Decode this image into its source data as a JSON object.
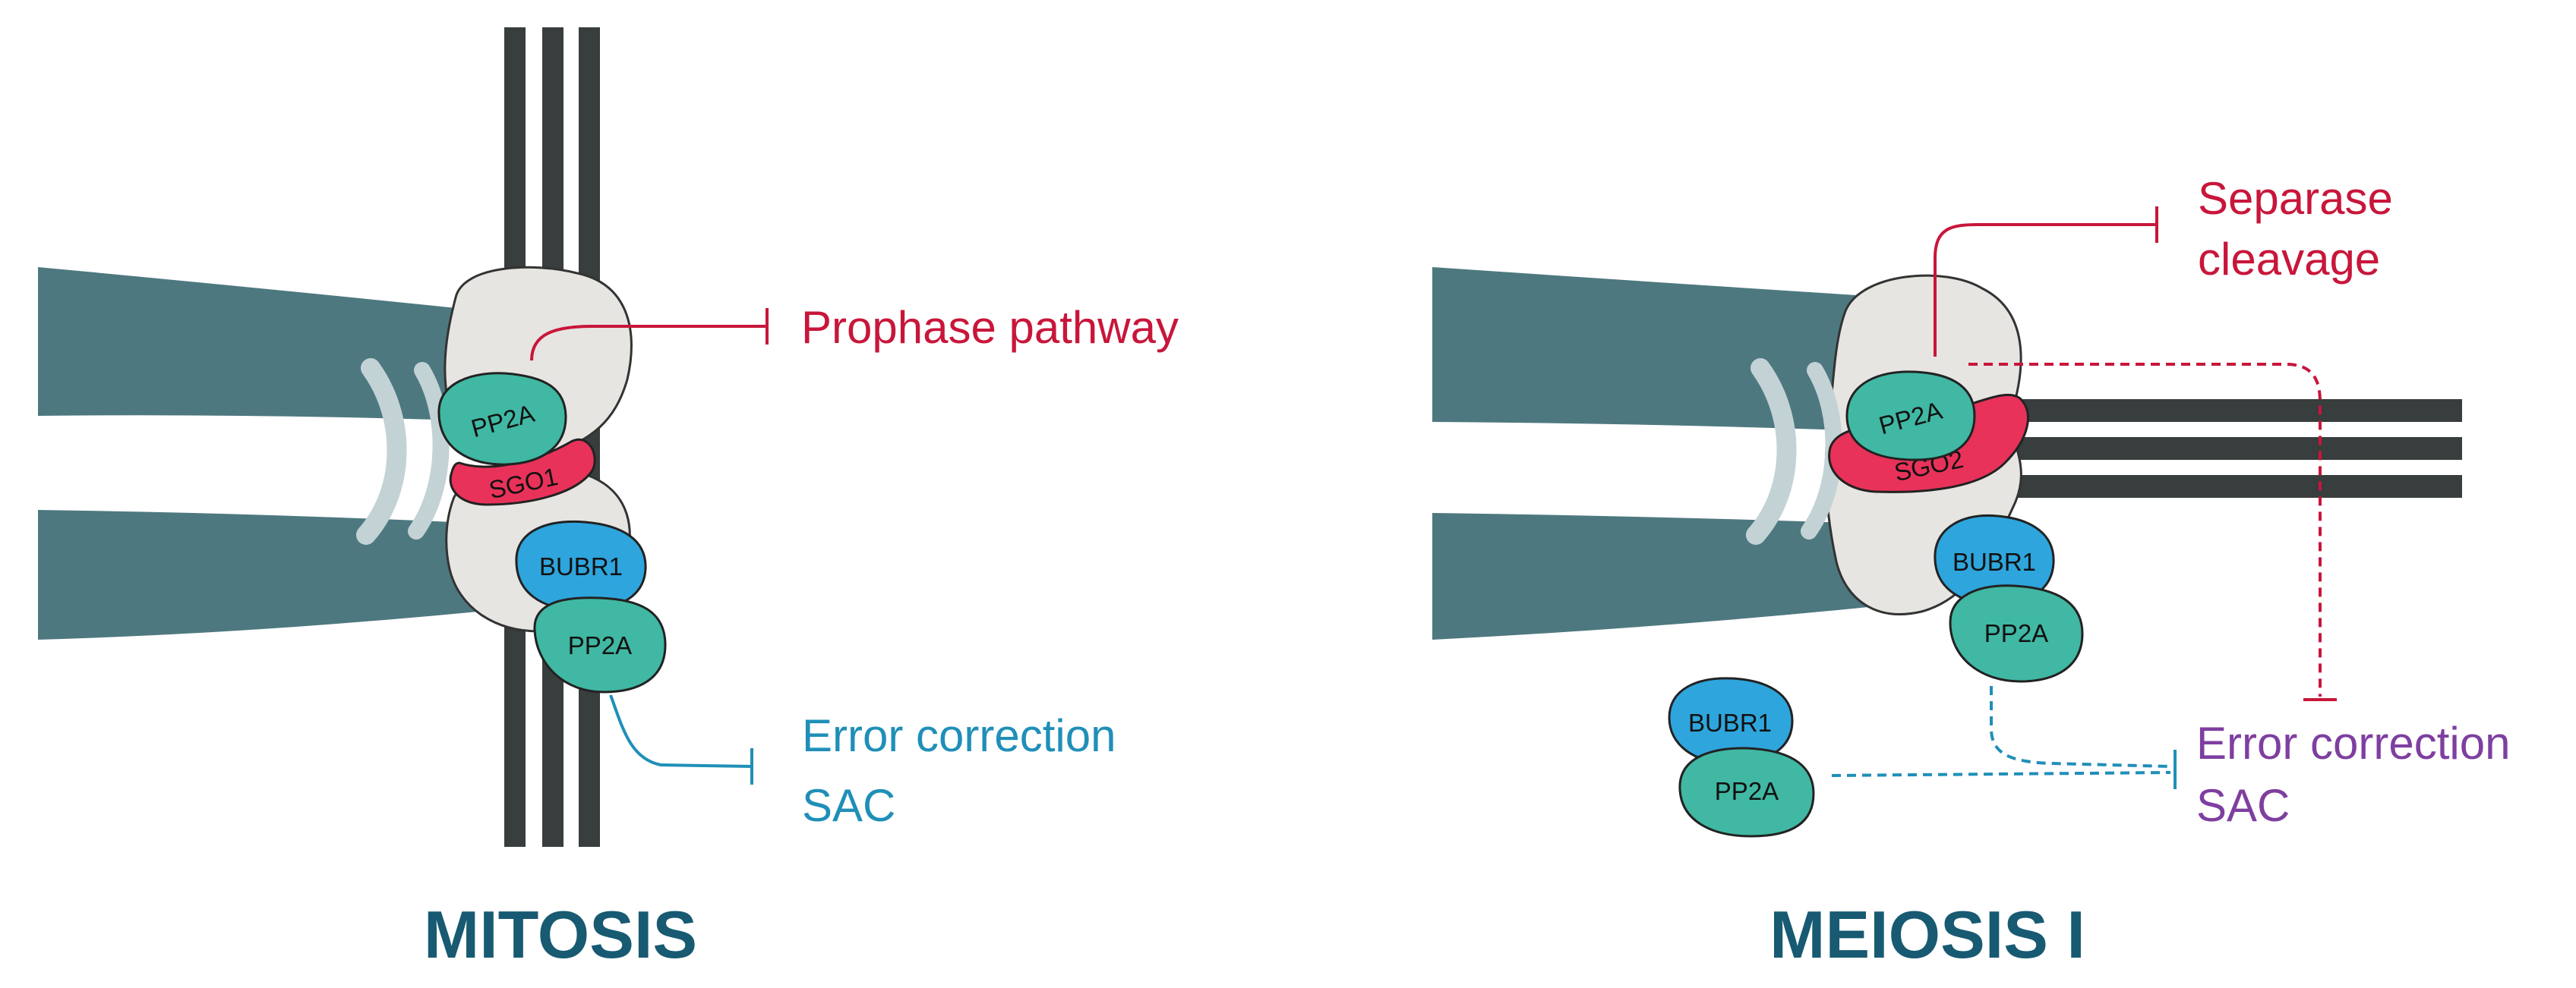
{
  "colors": {
    "chromosome": "#4e7880",
    "microtubule": "#383d3d",
    "kinetochore": "#e6e5e1",
    "cohesin_ring": "#c3d2d5",
    "pp2a": "#40b8a3",
    "bubr1": "#2ea5dc",
    "sgo": "#e8325a",
    "inhibition_red": "#c8163a",
    "inhibition_blue": "#1f8fb8",
    "meiosis_target_purple": "#7e3fa0",
    "title": "#175a72"
  },
  "mitosis": {
    "title": "MITOSIS",
    "proteins": {
      "pp2a_top": "PP2A",
      "sgo": "SGO1",
      "bubr1": "BUBR1",
      "pp2a_bottom": "PP2A"
    },
    "targets": {
      "prophase": "Prophase pathway",
      "error_correction": "Error correction",
      "sac": "SAC"
    }
  },
  "meiosis": {
    "title": "MEIOSIS I",
    "proteins": {
      "pp2a_top": "PP2A",
      "sgo": "SGO2",
      "bubr1": "BUBR1",
      "pp2a_bottom": "PP2A",
      "bubr1_free": "BUBR1",
      "pp2a_free": "PP2A"
    },
    "targets": {
      "separase_line1": "Separase",
      "separase_line2": "cleavage",
      "error_correction": "Error correction",
      "sac": "SAC"
    }
  }
}
